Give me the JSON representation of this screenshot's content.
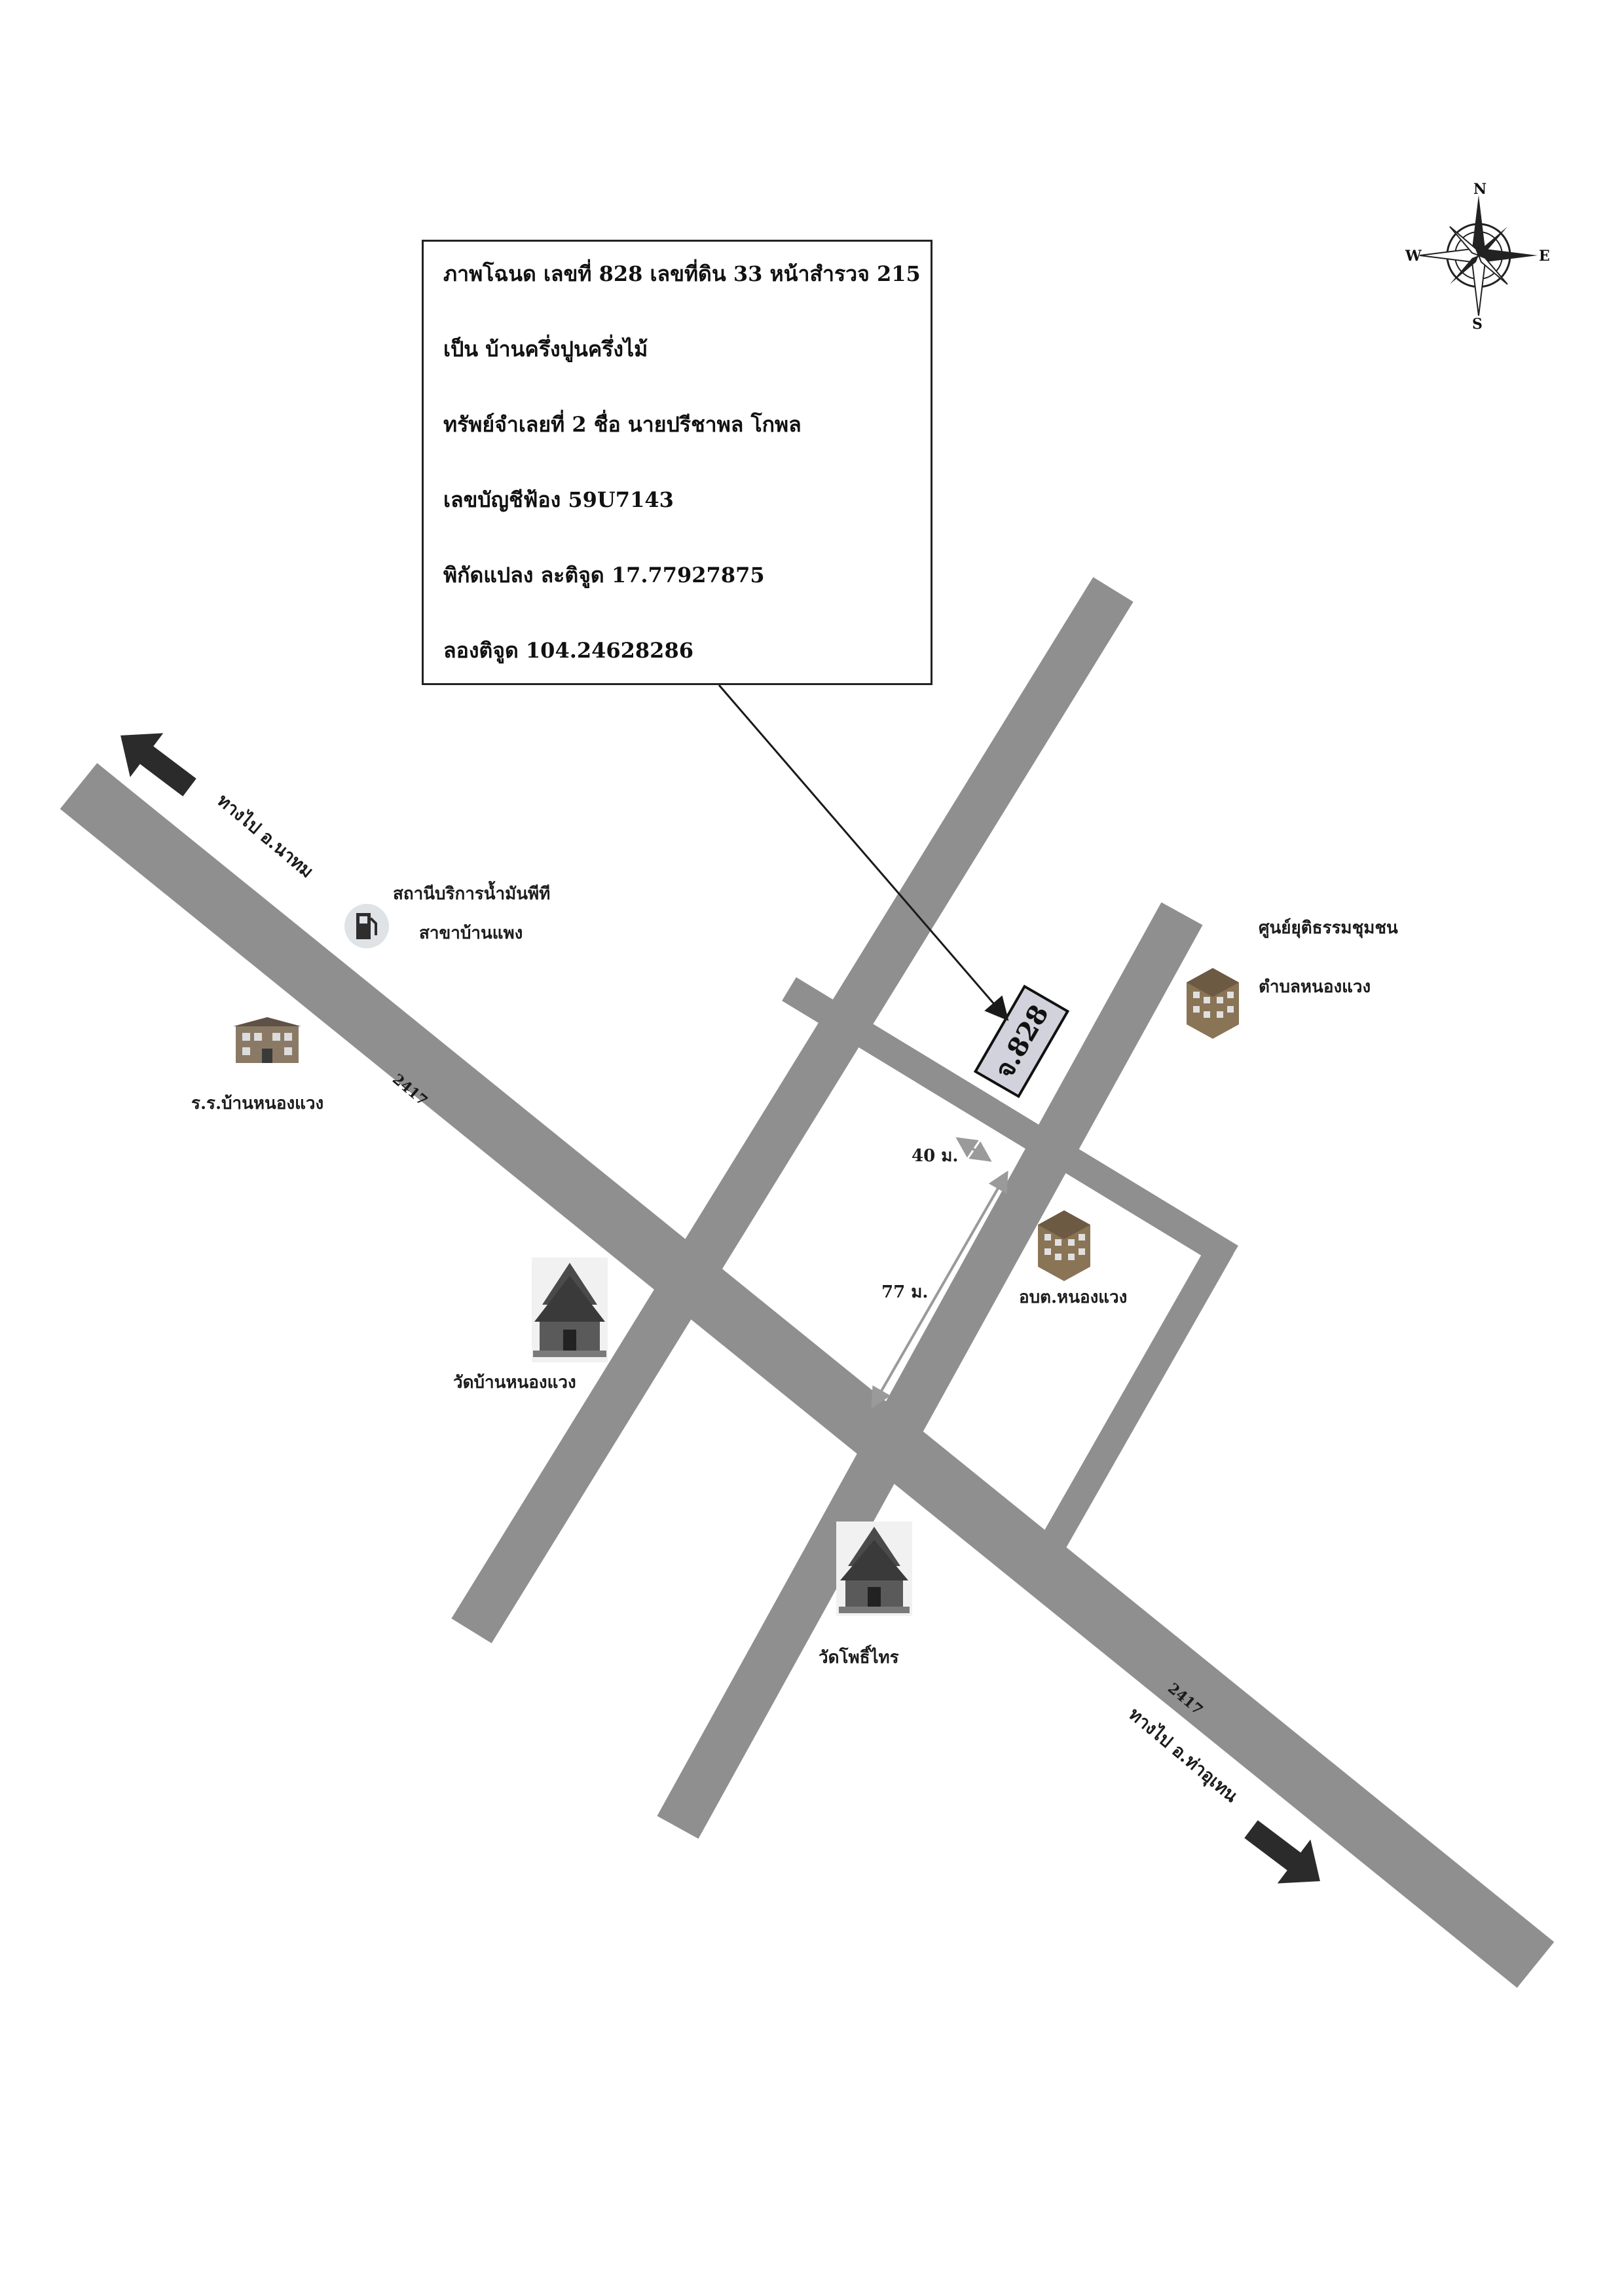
{
  "infobox": {
    "lines": [
      "ภาพโฉนด เลขที่ 828 เลขที่ดิน 33 หน้าสำรวจ 215",
      "เป็น บ้านครึ่งปูนครึ่งไม้",
      "ทรัพย์จำเลยที่ 2 ชื่อ นายปรีชาพล  โกพล",
      "เลขบัญชีฟ้อง  59U7143",
      "พิกัดแปลง ละติจูด  17.77927875",
      "ลองติจูด   104.24628286"
    ]
  },
  "parcel": {
    "label": "จ.828"
  },
  "roads": {
    "main_number": "2417"
  },
  "directions": {
    "northwest": "ทางไป อ.นาทม",
    "southeast": "ทางไป อ.ท่าอุเทน"
  },
  "landmarks": {
    "gas_station": [
      "สถานีบริการน้ำมันพีที",
      "สาขาบ้านแพง"
    ],
    "school": "ร.ร.บ้านหนองแวง",
    "justice_center": [
      "ศูนย์ยุติธรรมชุมชน",
      "ตำบลหนองแวง"
    ],
    "sao_office": "อบต.หนองแวง",
    "temple_nongwaeng": "วัดบ้านหนองแวง",
    "temple_phothisai": "วัดโพธิ์ไทร"
  },
  "distances": {
    "d40": "40 ม.",
    "d77": "77 ม."
  },
  "compass": {
    "n": "N",
    "s": "S",
    "e": "E",
    "w": "W"
  },
  "colors": {
    "road": "#8f8f8f",
    "road_edge": "#7a7a7a",
    "parcel": "#d2d2dc",
    "arrow": "#2b2b2b"
  }
}
